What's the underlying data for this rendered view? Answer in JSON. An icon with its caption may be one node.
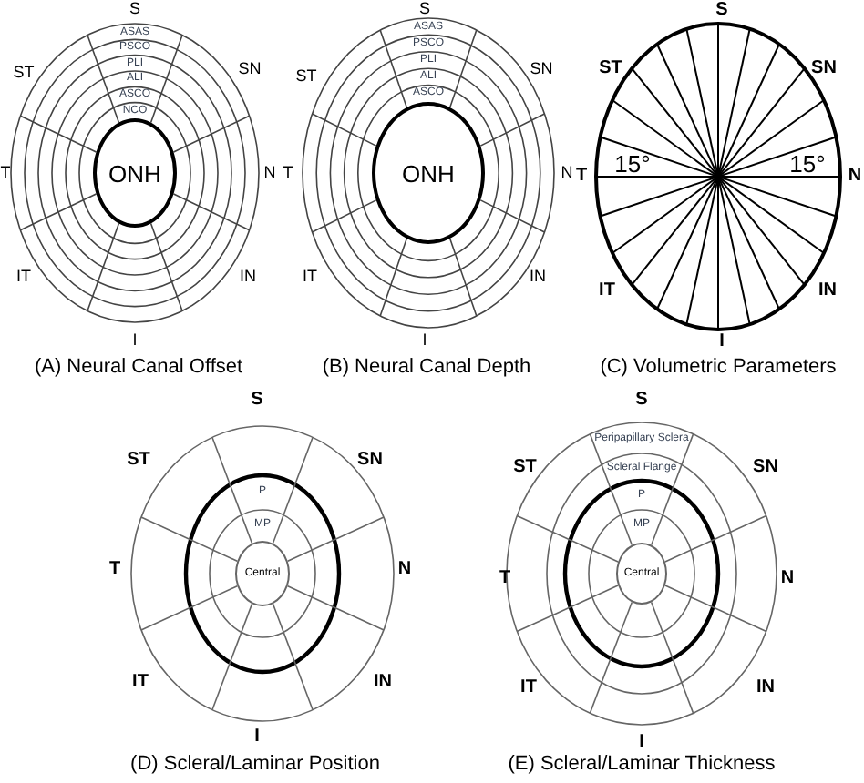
{
  "diagram": {
    "nodes": [
      {
        "text": [
          "ONH"
        ]
      },
      {
        "text": [
          "ONH"
        ]
      },
      {
        "text": [
          "Central"
        ]
      },
      {
        "text": [
          "Central"
        ]
      }
    ],
    "labels": [
      "S",
      "ST",
      "SN",
      "ASAS",
      "PSCO",
      "PLI",
      "ALI",
      "ASCO",
      "NCO",
      "T",
      "N",
      "IT",
      "IN",
      "I",
      "(A) Neural Canal Offset",
      "S",
      "ST",
      "SN",
      "ASAS",
      "PSCO",
      "PLI",
      "ALI",
      "ASCO",
      "T",
      "N",
      "IT",
      "IN",
      "I",
      "(B) Neural Canal Depth",
      "S",
      "ST",
      "SN",
      "T",
      "15°",
      "15°",
      "N",
      "IT",
      "IN",
      "I",
      "(C) Volumetric Parameters",
      "S",
      "ST",
      "SN",
      "P",
      "MP",
      "T",
      "N",
      "IT",
      "IN",
      "I",
      "(D) Scleral/Laminar Position",
      "S",
      "ST",
      "SN",
      "Peripapillary Sclera",
      "Scleral Flange",
      "P",
      "MP",
      "T",
      "N",
      "IT",
      "IN",
      "I",
      "(E) Scleral/Laminar Thickness"
    ]
  }
}
